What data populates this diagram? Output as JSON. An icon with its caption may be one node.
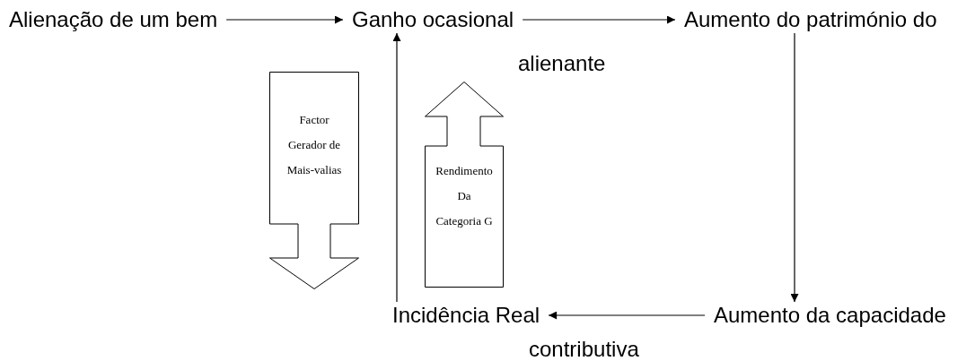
{
  "diagram": {
    "nodes": [
      {
        "text": [
          "Alienação de um bem"
        ]
      },
      {
        "text": [
          "Ganho ocasional"
        ]
      },
      {
        "text": [
          "Aumento do património do"
        ]
      },
      {
        "text": [
          "Aumento da capacidade"
        ]
      },
      {
        "text": [
          "Incidência Real"
        ]
      },
      {
        "text": [
          "Factor Gerador de Mais-valias"
        ]
      },
      {
        "text": [
          "Rendimento Da Categoria G"
        ]
      }
    ],
    "edges": [
      {
        "from": 0,
        "to": 1,
        "arrow": "to"
      },
      {
        "from": 1,
        "to": 2,
        "arrow": "to"
      },
      {
        "from": 2,
        "to": 3,
        "arrow": "to"
      },
      {
        "from": 3,
        "to": 4,
        "arrow": "to"
      },
      {
        "from": 4,
        "to": 1,
        "arrow": "to"
      }
    ],
    "labels": [
      "alienante",
      "contributiva"
    ]
  }
}
